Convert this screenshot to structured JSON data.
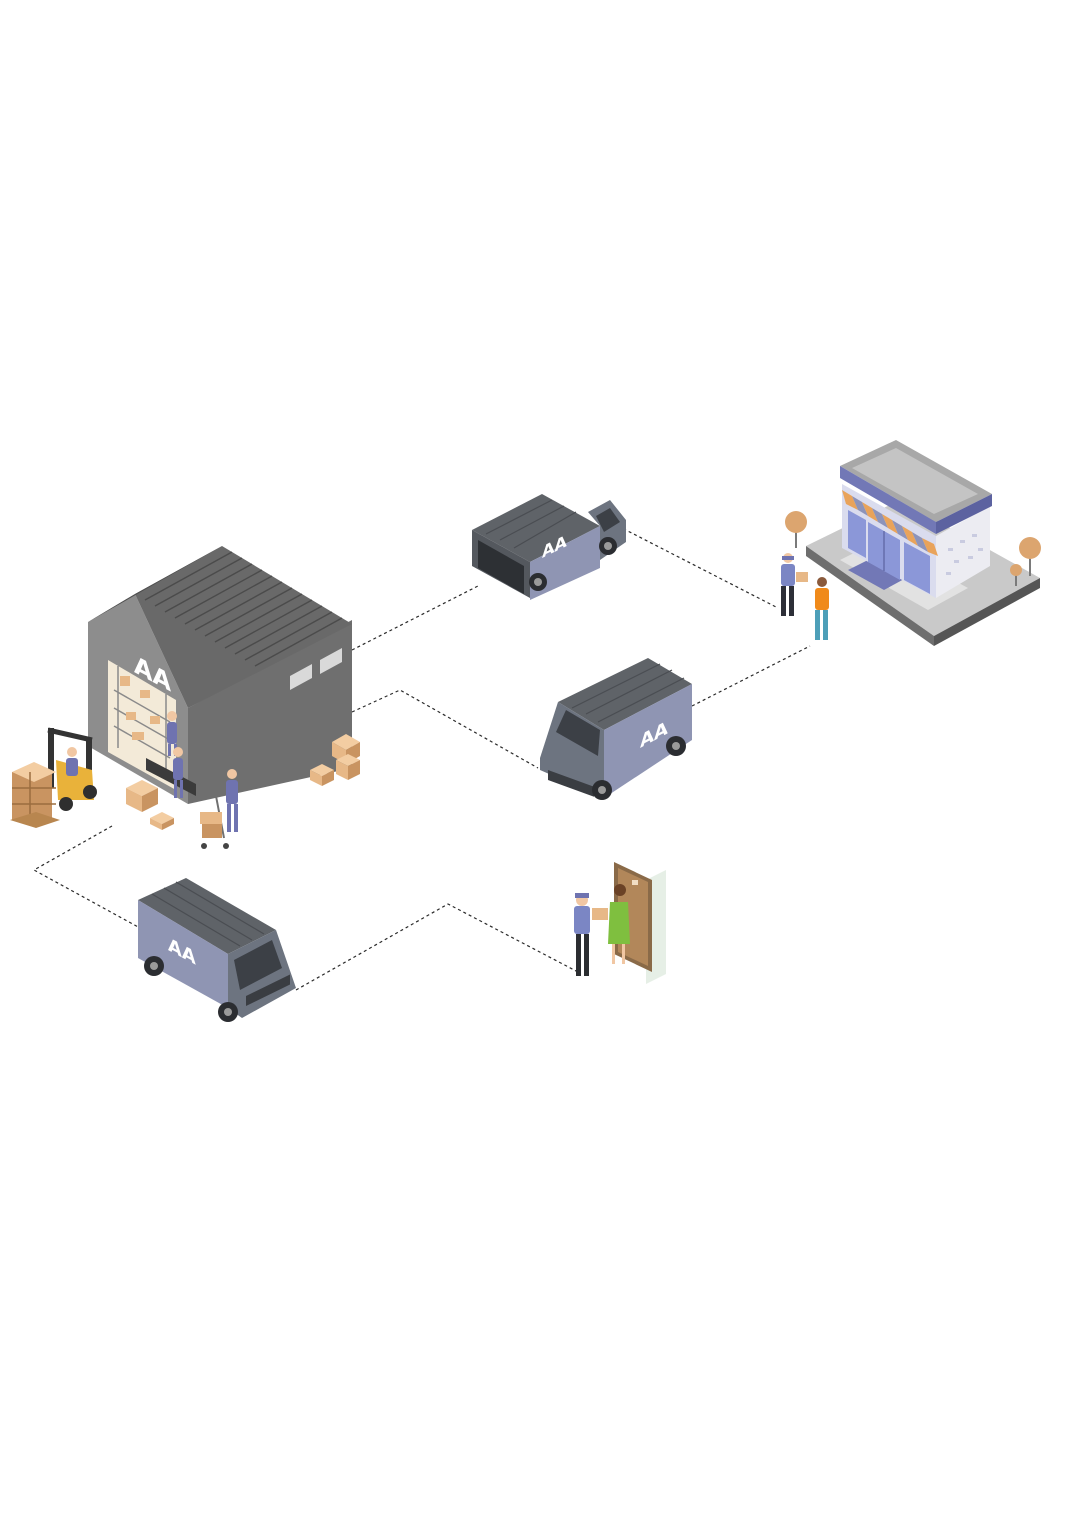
{
  "canvas": {
    "background": "#ffffff"
  },
  "palette": {
    "van_roof": "#5f6368",
    "van_body": "#8f95b3",
    "van_front": "#6d7480",
    "van_window": "#3c4046",
    "warehouse_wall_light": "#9a9a9a",
    "warehouse_wall_dark": "#5e5e5e",
    "warehouse_roof": "#6b6b6b",
    "box": "#e7b887",
    "box_dark": "#c99461",
    "worker_uniform": "#6f73b0",
    "shop_wall": "#ececf2",
    "shop_trim": "#7278b6",
    "shop_glass": "#8b97d8",
    "awning_orange": "#e9a35a",
    "awning_blue": "#8d93b9",
    "tree": "#dca56f",
    "door": "#b2875a",
    "customer_shirt": "#f08a1a",
    "customer_dress": "#7fbf3f",
    "route_line": "#2a2a2a",
    "logo": "#ffffff"
  },
  "logo_glyph": "AA",
  "nodes": [
    {
      "id": "warehouse",
      "icon": "warehouse-icon"
    },
    {
      "id": "van-top",
      "icon": "box-truck-icon"
    },
    {
      "id": "van-middle",
      "icon": "delivery-van-icon"
    },
    {
      "id": "van-bottom",
      "icon": "delivery-van-icon"
    },
    {
      "id": "shop",
      "icon": "storefront-icon"
    },
    {
      "id": "home-delivery",
      "icon": "door-handover-icon"
    }
  ],
  "routes": [
    {
      "id": "route-warehouse-to-top-van"
    },
    {
      "id": "route-top-van-to-shop"
    },
    {
      "id": "route-warehouse-to-middle-van"
    },
    {
      "id": "route-middle-van-to-shop"
    },
    {
      "id": "route-warehouse-to-bottom-van"
    },
    {
      "id": "route-bottom-van-to-home"
    }
  ]
}
